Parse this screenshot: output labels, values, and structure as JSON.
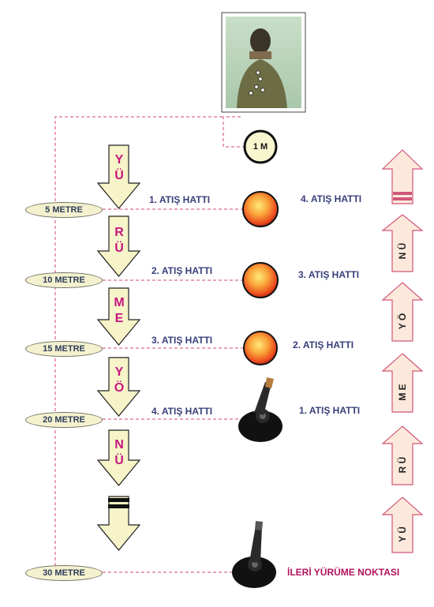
{
  "colors": {
    "arrow_fill": "#f6f4c8",
    "dash_line": "#d04a6a",
    "target_orange": "#f26a22",
    "letter_magenta": "#c8177f",
    "label_blue": "#38407a"
  },
  "top_target": {
    "label": "1 M"
  },
  "distance_labels": [
    "5 METRE",
    "10 METRE",
    "15 METRE",
    "20 METRE",
    "30 METRE"
  ],
  "left_lines": [
    "1. ATIŞ HATTI",
    "2. ATIŞ HATTI",
    "3. ATIŞ HATTI",
    "4. ATIŞ HATTI"
  ],
  "right_lines": [
    "4. ATIŞ HATTI",
    "3. ATIŞ HATTI",
    "2. ATIŞ HATTI",
    "1. ATIŞ HATTI"
  ],
  "down_arrows": [
    [
      "Y",
      "Ü"
    ],
    [
      "R",
      "Ü"
    ],
    [
      "M",
      "E"
    ],
    [
      "Y",
      "Ö"
    ],
    [
      "N",
      "Ü"
    ],
    []
  ],
  "up_arrows": [
    "",
    "NÜ",
    "YÖ",
    "ME",
    "RÜ",
    "YÜ"
  ],
  "final_label": "İLERİ YÜRÜME NOKTASI",
  "icons": [
    "target-photo-icon",
    "fire-circle-icon",
    "pistol-icon"
  ]
}
